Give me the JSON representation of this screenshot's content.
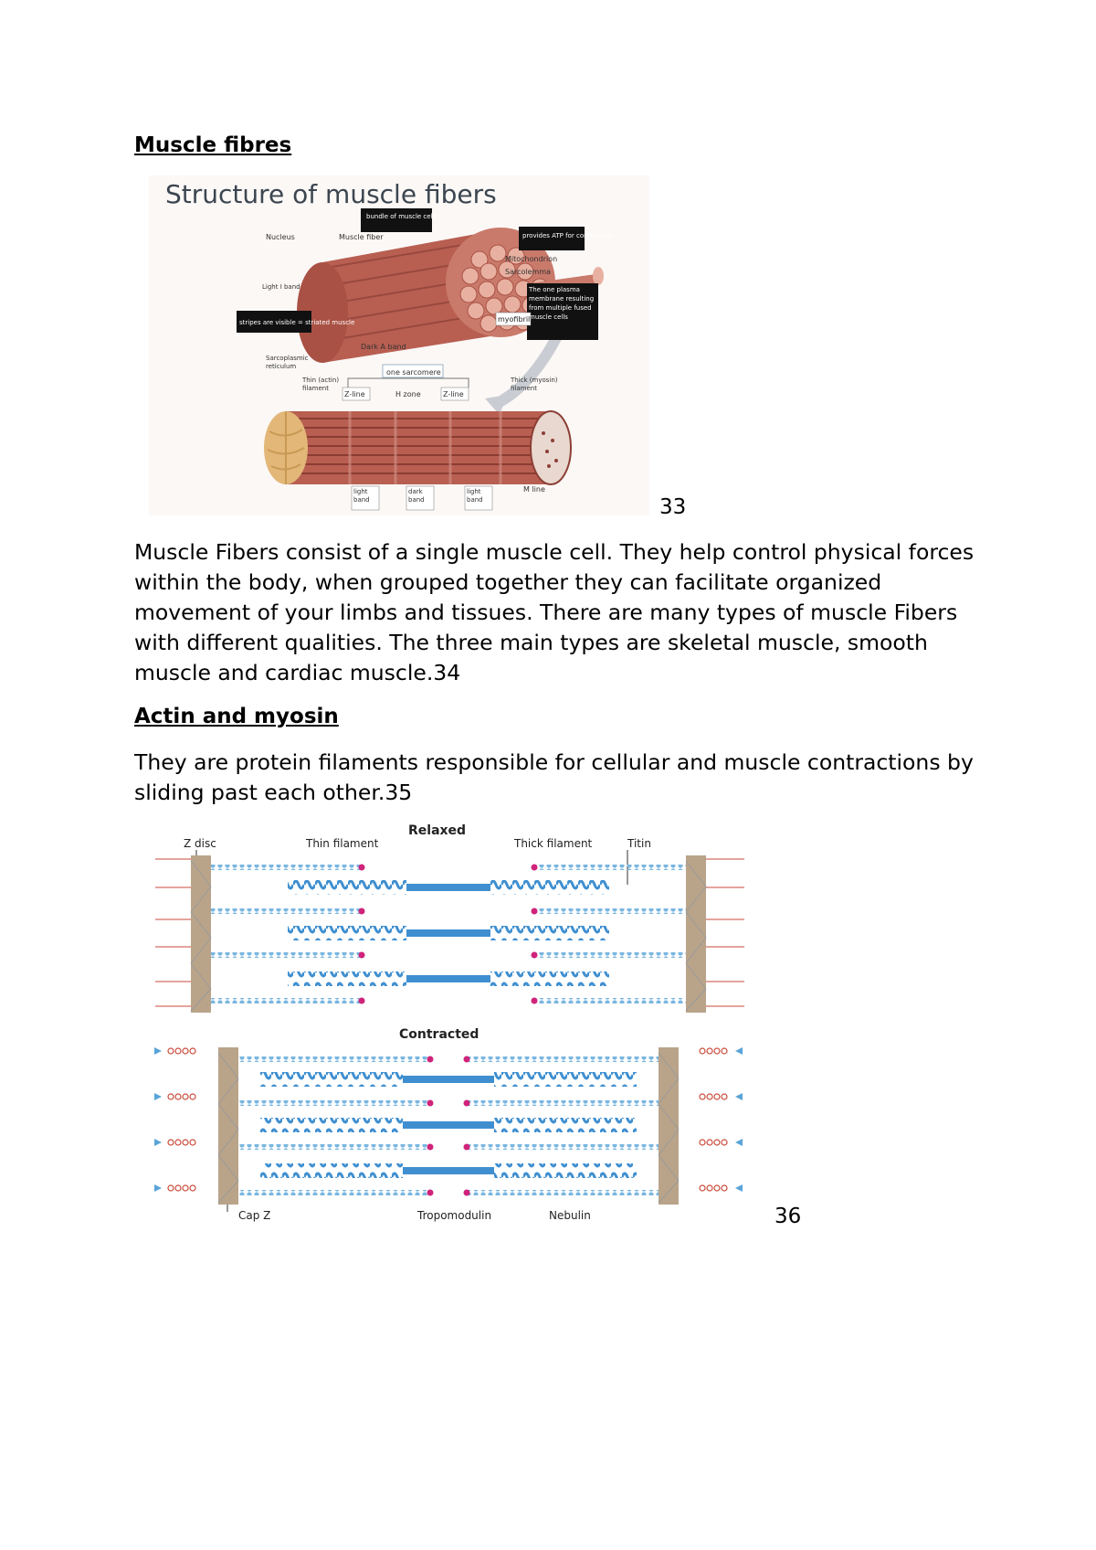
{
  "sections": {
    "muscle_fibres": {
      "heading": "Muscle fibres",
      "figure_ref": "33",
      "paragraph": "Muscle Fibers consist of a single muscle cell. They help control physical forces within the body, when grouped together they can facilitate organized movement of your limbs and tissues. There are many types of muscle Fibers with different qualities. The three main types are skeletal muscle, smooth muscle and cardiac muscle.34"
    },
    "actin_myosin": {
      "heading": "Actin and myosin",
      "paragraph": "They are protein filaments responsible for cellular and muscle contractions by sliding past each other.35",
      "figure_ref": "36"
    }
  },
  "figure1": {
    "title": "Structure of muscle fibers",
    "labels": {
      "nucleus": "Nucleus",
      "muscle_fiber": "Muscle fiber",
      "bundle": "bundle of muscle cells",
      "provides_atp": "provides ATP for contraction",
      "mitochondrion": "Mitochondrion",
      "sarcolemma": "Sarcolemma",
      "light_i_band": "Light I band",
      "stripes": "stripes are visible = striated muscle",
      "myofibril": "myofibril",
      "plasma_membrane": "The one plasma membrane resulting from multiple fused muscle cells",
      "dark_a_band": "Dark A band",
      "sarcoplasmic": "Sarcoplasmic reticulum",
      "one_sarcomere": "one sarcomere",
      "thin_filament": "Thin (actin) filament",
      "z_line_1": "Z-line",
      "h_zone": "H zone",
      "z_line_2": "Z-line",
      "thick_filament": "Thick (myosin) filament",
      "light_band_1": "light band",
      "dark_band": "dark band",
      "light_band_2": "light band",
      "m_line": "M line"
    }
  },
  "figure2": {
    "relaxed_title": "Relaxed",
    "contracted_title": "Contracted",
    "labels": {
      "z_disc": "Z disc",
      "thin_filament": "Thin filament",
      "thick_filament": "Thick filament",
      "titin": "Titin",
      "cap_z": "Cap Z",
      "tropomodulin": "Tropomodulin",
      "nebulin": "Nebulin"
    }
  },
  "colors": {
    "muscle_red": "#b85f52",
    "muscle_dark": "#8c3f35",
    "fascicle_pink": "#e8b0a0",
    "z_disc_tan": "#b9a48a",
    "actin_blue": "#5aa4d8",
    "myosin_blue": "#3f8fd0",
    "magenta": "#d0237a"
  }
}
